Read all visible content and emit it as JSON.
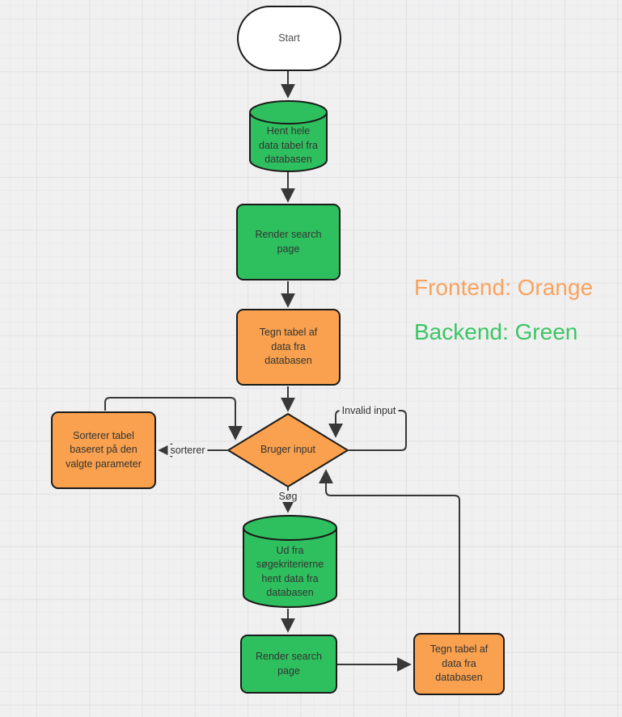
{
  "diagram": {
    "nodes": {
      "start": {
        "label": "Start",
        "type": "terminator"
      },
      "db1": {
        "label": "Hent hele data tabel fra databasen",
        "type": "database",
        "role": "backend"
      },
      "render1": {
        "label": "Render search page",
        "type": "process",
        "role": "backend"
      },
      "draw1": {
        "label": "Tegn tabel af data fra databasen",
        "type": "process",
        "role": "frontend"
      },
      "decision": {
        "label": "Bruger input",
        "type": "decision",
        "role": "frontend"
      },
      "sort": {
        "label": "Sorterer tabel baseret på den valgte parameter",
        "type": "process",
        "role": "frontend"
      },
      "db2": {
        "label": "Ud fra søgekriterierne hent data fra databasen",
        "type": "database",
        "role": "backend"
      },
      "render2": {
        "label": "Render search page",
        "type": "process",
        "role": "backend"
      },
      "draw2": {
        "label": "Tegn tabel af data fra databasen",
        "type": "process",
        "role": "frontend"
      }
    },
    "edge_labels": {
      "sorterer": "sorterer",
      "soeg": "Søg",
      "invalid": "Invalid input"
    },
    "legend": {
      "frontend": "Frontend: Orange",
      "backend": "Backend: Green"
    },
    "colors": {
      "orange": "#f9a14e",
      "green": "#2ec05e",
      "stroke": "#1a1a1a",
      "edge": "#383838",
      "legend_orange": "#f9a35e",
      "legend_green": "#3cc564",
      "canvas_bg": "#f1f0f1",
      "grid_major": "#e2e2e4",
      "grid_minor": "#eaeaec"
    }
  }
}
